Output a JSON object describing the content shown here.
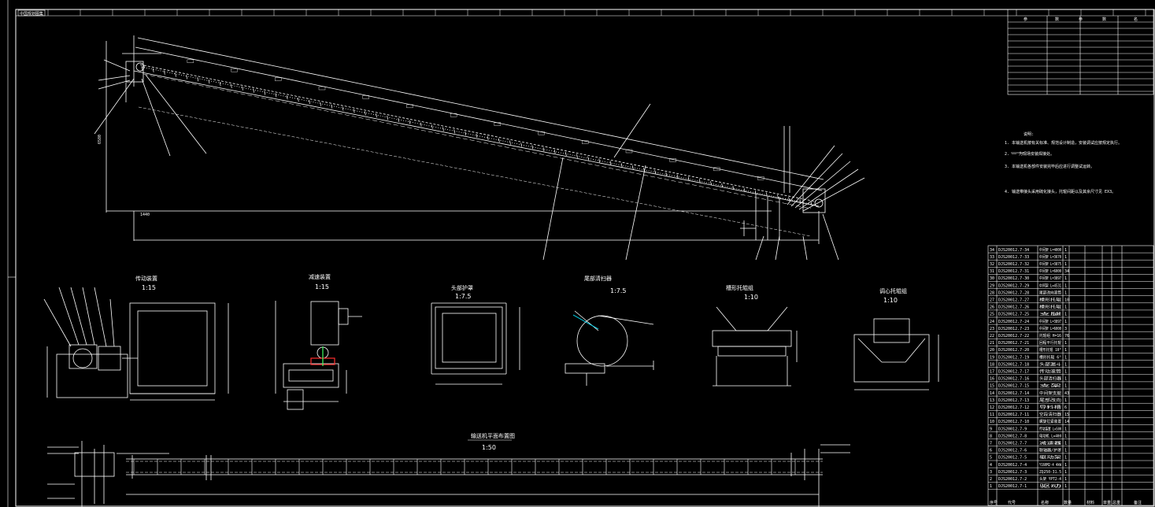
{
  "colors": {
    "background": "#000000",
    "line": "#ffffff",
    "accent_red": "#ff3030",
    "accent_green": "#40ff60",
    "accent_cyan": "#00e5ff"
  },
  "corner_label": "中国规划图集",
  "params_header": [
    "参",
    "数",
    "参",
    "数",
    "名"
  ],
  "views": [
    {
      "title": "传动装置",
      "scale": "1:15"
    },
    {
      "title": "减速装置",
      "scale": "1:15"
    },
    {
      "title": "头部护罩",
      "scale": "1:7.5"
    },
    {
      "title": "尾部清扫器",
      "scale": "1:7.5"
    },
    {
      "title": "槽形托辊组",
      "scale": "1:10"
    },
    {
      "title": "调心托辊组",
      "scale": "1:10"
    }
  ],
  "plan_view": {
    "title": "输送机平面布置图",
    "scale": "1:50"
  },
  "notes_heading": "说明:",
  "notes": [
    "1. 本输送机按有关标准、规范设计制造，安装调试应按规定执行。",
    "2. —— 为现场安装焊接处。",
    "3. 本输送机各部件安装完毕后应进行调整试运转。",
    "4. 输送带接头采用硫化接头，托辊间距以及其余尺寸见 EX3。"
  ],
  "vertical_dims": [
    "6580",
    "1440"
  ],
  "bom_rows": [
    {
      "no": "34",
      "code": "DJS20012.7-34",
      "name": "中间架 L=4000",
      "qty": "1"
    },
    {
      "no": "33",
      "code": "DJS20012.7-33",
      "name": "中间架 L=3670",
      "qty": "1"
    },
    {
      "no": "32",
      "code": "DJS20012.7-32",
      "name": "中间架 L=3875",
      "qty": "1"
    },
    {
      "no": "31",
      "code": "DJS20012.7-31",
      "name": "中间架 L=6000",
      "qty": "34"
    },
    {
      "no": "30",
      "code": "DJS20012.7-30",
      "name": "中间架 L=3897",
      "qty": "1"
    },
    {
      "no": "29",
      "code": "DJS20012.7-29",
      "name": "中间架 L=4531",
      "qty": "1"
    },
    {
      "no": "28",
      "code": "DJS20012.7-28",
      "name": "尾部改向滚筒",
      "qty": "1"
    },
    {
      "no": "27",
      "code": "DJS20012.7-27",
      "name": "槽形托辊",
      "qty": "10"
    },
    {
      "no": "26",
      "code": "DJS20012.7-26",
      "name": "槽形托辊",
      "qty": "1"
    },
    {
      "no": "25",
      "code": "DJS20012.7-25",
      "name": "支腿",
      "qty": "1"
    },
    {
      "no": "24",
      "code": "DJS20012.7-24",
      "name": "中间架 L=3897",
      "qty": "1"
    },
    {
      "no": "23",
      "code": "DJS20012.7-23",
      "name": "中间架 L=6000",
      "qty": "3"
    },
    {
      "no": "22",
      "code": "DJS20012.7-22",
      "name": "托辊组 H=16",
      "qty": "76"
    },
    {
      "no": "21",
      "code": "DJS20012.7-21",
      "name": "回程平行托辊",
      "qty": "1"
    },
    {
      "no": "20",
      "code": "DJS20012.7-20",
      "name": "槽形托辊 10°",
      "qty": "1"
    },
    {
      "no": "19",
      "code": "DJS20012.7-19",
      "name": "槽形托辊 6°",
      "qty": "1"
    },
    {
      "no": "18",
      "code": "DJS20012.7-18",
      "name": "头部漏斗",
      "qty": "1"
    },
    {
      "no": "17",
      "code": "DJS20012.7-17",
      "name": "传动滚筒",
      "qty": "1"
    },
    {
      "no": "16",
      "code": "DJS20012.7-16",
      "name": "头部清扫器",
      "qty": "1"
    },
    {
      "no": "15",
      "code": "DJS20012.7-15",
      "name": "支架",
      "qty": "1"
    },
    {
      "no": "14",
      "code": "DJS20012.7-14",
      "name": "中间架支腿",
      "qty": "43"
    },
    {
      "no": "13",
      "code": "DJS20012.7-13",
      "name": "尾部改向",
      "qty": "1"
    },
    {
      "no": "12",
      "code": "DJS20012.7-12",
      "name": "导料槽",
      "qty": "6"
    },
    {
      "no": "11",
      "code": "DJS20012.7-11",
      "name": "空段清扫器",
      "qty": "15"
    },
    {
      "no": "10",
      "code": "DJS20012.7-10",
      "name": "螺旋拉紧装置",
      "qty": "14"
    },
    {
      "no": "9",
      "code": "DJS20012.7-9",
      "name": "传动装置 L=500",
      "qty": "1"
    },
    {
      "no": "8",
      "code": "DJS20012.7-8",
      "name": "电动机 L=400",
      "qty": "1"
    },
    {
      "no": "7",
      "code": "DJS20012.7-7",
      "name": "减速器",
      "qty": "1"
    },
    {
      "no": "6",
      "code": "DJS20012.7-6",
      "name": "联轴器/护罩",
      "qty": "1"
    },
    {
      "no": "5",
      "code": "DJS20012.7-5",
      "name": "驱动架",
      "qty": "1"
    },
    {
      "no": "4",
      "code": "DJS20012.7-4",
      "name": "Y160M2-4 4kW",
      "qty": "1"
    },
    {
      "no": "3",
      "code": "DJS20012.7-3",
      "name": "ZQ250-31.5",
      "qty": "1"
    },
    {
      "no": "2",
      "code": "DJS20012.7-2",
      "name": "头架 YPT2-4",
      "qty": "1"
    },
    {
      "no": "1",
      "code": "DJS20012.7-1",
      "name": "驱动",
      "qty": "1"
    }
  ],
  "bom_footer": [
    "序号",
    "代号",
    "名称",
    "数量",
    "材料",
    "单重",
    "总重",
    "备注"
  ]
}
